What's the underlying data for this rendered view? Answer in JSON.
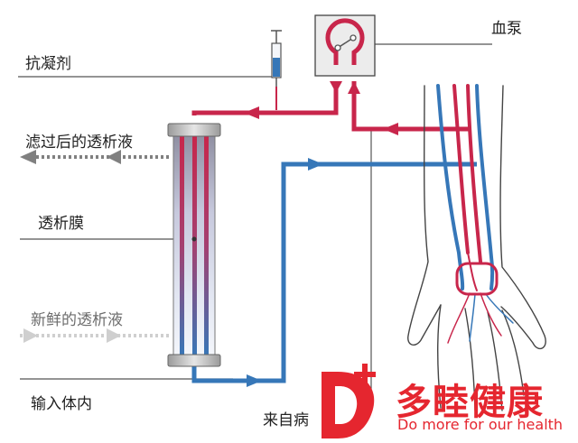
{
  "diagram": {
    "labels": {
      "anticoagulant": "抗凝剂",
      "blood_pump": "血泵",
      "used_dialysate": "滤过后的透析液",
      "dialysis_membrane": "透析膜",
      "fresh_dialysate": "新鲜的透析液",
      "return_to_body": "输入体内",
      "from_patient": "来自病"
    },
    "colors": {
      "arterial": "#c8264b",
      "venous": "#3677b8",
      "used_dialysate_arrow": "#808080",
      "fresh_dialysate_arrow": "#cfcfcf"
    }
  },
  "brand": {
    "name_cn": "多睦健康",
    "slogan": "Do more for our health",
    "color": "#e5262f"
  }
}
